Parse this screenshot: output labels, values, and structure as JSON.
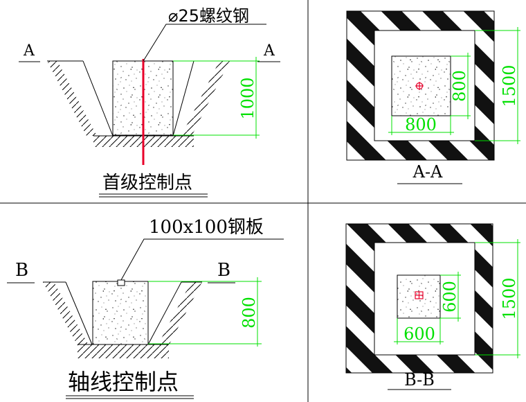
{
  "panel_a": {
    "left_section_mark": "A",
    "right_section_mark": "A",
    "rebar_callout": "⌀25螺纹钢",
    "depth_dim": "1000",
    "caption": "首级控制点"
  },
  "panel_b": {
    "left_section_mark": "B",
    "right_section_mark": "B",
    "plate_callout": "100x100钢板",
    "depth_dim": "800",
    "caption": "轴线控制点"
  },
  "plan_a": {
    "inner_width_dim": "800",
    "inner_height_dim": "800",
    "outer_height_dim": "1500",
    "section_label": "A-A",
    "marker_color": "#e8002a"
  },
  "plan_b": {
    "inner_width_dim": "600",
    "inner_height_dim": "600",
    "outer_height_dim": "1500",
    "section_label": "B-B",
    "marker_color": "#e8002a"
  },
  "colors": {
    "line": "#000000",
    "dimension": "#00e000",
    "rebar": "#e8002a"
  }
}
